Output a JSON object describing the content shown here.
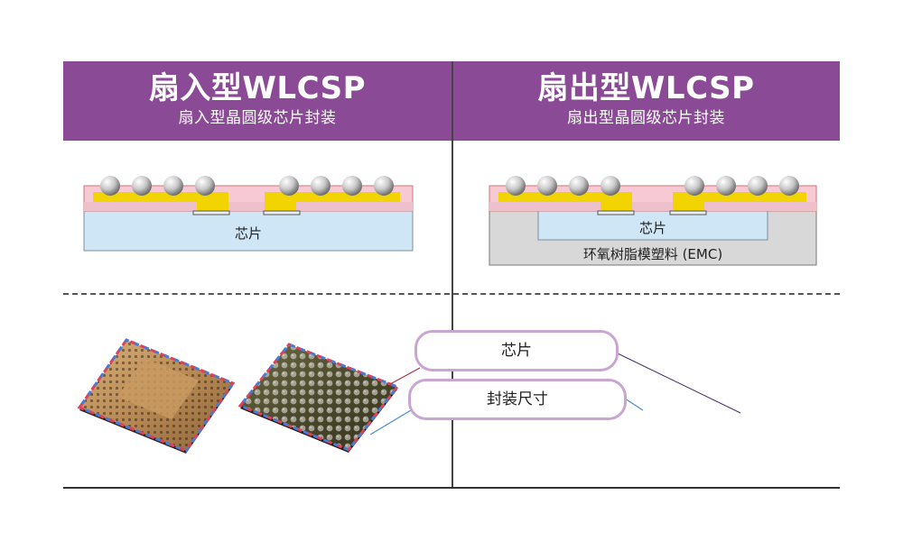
{
  "left_panel": {
    "title": "扇入型WLCSP",
    "subtitle": "扇入型晶圆级芯片封装",
    "chip_label": "芯片"
  },
  "right_panel": {
    "title": "扇出型WLCSP",
    "subtitle": "扇出型晶圆级芯片封装",
    "chip_label": "芯片",
    "emc_label": "环氧树脂模塑料 (EMC)"
  },
  "callouts": {
    "chip": "芯片",
    "package_size": "封装尺寸"
  },
  "colors": {
    "header_purple": "#8b4a96",
    "callout_border": "#c9a6d2",
    "chip_blue": "#cfe6f6",
    "emc_gray": "#d8d8d8",
    "pad_yellow": "#f2d400",
    "pink_layer": "#f6c9d4",
    "boundary_red": "#e0405a",
    "boundary_blue": "#4a7ad8"
  }
}
